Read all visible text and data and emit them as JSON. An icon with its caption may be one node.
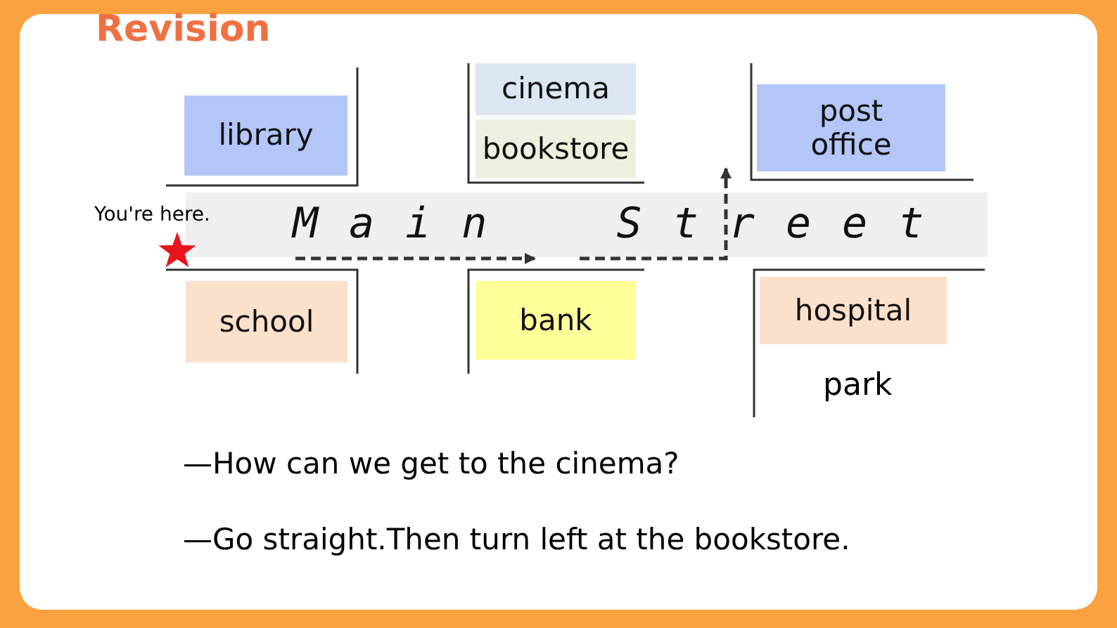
{
  "diagram": {
    "title": "Revision",
    "nodes": [
      {
        "text": [
          "library"
        ]
      },
      {
        "text": [
          "cinema"
        ]
      },
      {
        "text": [
          "bookstore"
        ]
      },
      {
        "text": [
          "post office"
        ]
      },
      {
        "text": [
          "Main Street"
        ]
      },
      {
        "text": [
          "school"
        ]
      },
      {
        "text": [
          "bank"
        ]
      },
      {
        "text": [
          "hospital"
        ]
      }
    ],
    "edges": [],
    "labels": [
      "You're here.",
      "park",
      "—How can we get to the cinema?",
      "—Go straight.Then turn left at the bookstore."
    ]
  }
}
